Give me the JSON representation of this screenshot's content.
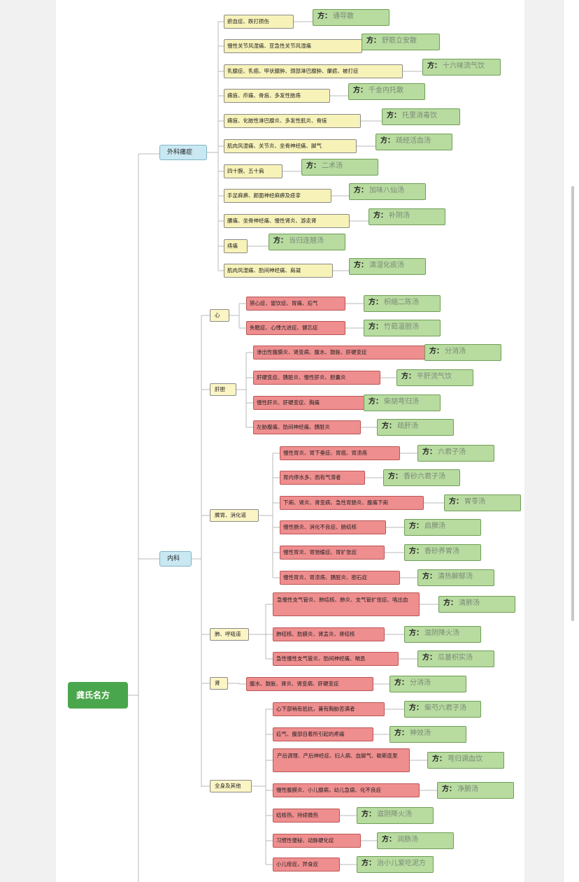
{
  "root": "龚氏名方",
  "rx_prefix": "方：",
  "branches": [
    {
      "label": "外科痛症",
      "items": [
        {
          "s": "瘀血症、跌打损伤",
          "r": "通导散"
        },
        {
          "s": "慢性关节风湿痛、亚急性关节风湿痛",
          "r": "舒筋立安散"
        },
        {
          "s": "乳腺症、乳癌、甲状腺肿、颈部淋巴腺肿、瘰疬、被打症",
          "r": "十六味流气饮"
        },
        {
          "s": "痈疽、疖痛、骨疽、多发性脓疡",
          "r": "千金内托散"
        },
        {
          "s": "痈疽、化脓性淋巴腺炎、多发性肌炎、骨疽",
          "r": "托里消毒饮"
        },
        {
          "s": "肌肉风湿痛、关节炎、坐骨神经痛、脚气",
          "r": "疏经活血汤"
        },
        {
          "s": "四十腕、五十肩",
          "r": "二术汤"
        },
        {
          "s": "手足麻痹、颜面神经麻痹及痉挛",
          "r": "加味八仙汤"
        },
        {
          "s": "腰痛、坐骨神经痛、慢性肾炎、游走肾",
          "r": "补阴汤"
        },
        {
          "s": "痔痛",
          "r": "当归连翘汤"
        },
        {
          "s": "肌肉风湿痛、肋间神经痛、肩凝",
          "r": "清湿化痰汤"
        }
      ]
    },
    {
      "label": "内科",
      "cats": [
        {
          "label": "心",
          "items": [
            {
              "s": "狭心症、留饮症、胃痛、疝气",
              "r": "枳缩二陈汤"
            },
            {
              "s": "失眠症、心悸亢进症、健忘症",
              "r": "竹茹温胆汤"
            }
          ]
        },
        {
          "label": "肝胆",
          "items": [
            {
              "s": "渗出性腹膜炎、肾变病、腹水、鼓胀、肝硬变症",
              "r": "分消汤"
            },
            {
              "s": "肝硬变症、胰脏炎、慢性肝炎、胆囊炎",
              "r": "平肝流气饮"
            },
            {
              "s": "慢性肝炎、肝硬变症、胸痛",
              "r": "柴胡芎归汤"
            },
            {
              "s": "左胁腹痛、肋间神经痛、胰脏炎",
              "r": "疏肝汤"
            }
          ]
        },
        {
          "label": "脾胃、消化道",
          "items": [
            {
              "s": "慢性胃炎、胃下垂症、胃癌、胃溃疡",
              "r": "六君子汤"
            },
            {
              "s": "胃内停水多、而有气滞者",
              "r": "香砂六君子汤"
            },
            {
              "s": "下痢、肾炎、肾变病、急性胃肠炎、腹痛下痢",
              "r": "胃苓汤"
            },
            {
              "s": "慢性肠炎、消化不良症、肠结核",
              "r": "启脾汤"
            },
            {
              "s": "慢性胃炎、胃弛缓症、胃扩张症",
              "r": "香砂养胃汤"
            },
            {
              "s": "慢性胃炎、胃溃疡、胰脏炎、胆石症",
              "r": "清热解郁汤"
            }
          ]
        },
        {
          "label": "肺、呼吸道",
          "items": [
            {
              "s": "急慢性支气管炎、肺结核、肺炎、支气管扩张症、咯出血",
              "r": "清肺汤",
              "two": true
            },
            {
              "s": "肺结核、肋膜炎、肾盂炎、肾结核",
              "r": "滋阴降火汤"
            },
            {
              "s": "急性慢性支气管炎、肋间神经痛、喘息",
              "r": "瓜蒌枳实汤"
            }
          ]
        },
        {
          "label": "肾",
          "items": [
            {
              "s": "腹水、鼓胀、肾炎、肾变病、肝硬变症",
              "r": "分消汤"
            }
          ]
        },
        {
          "label": "全身及其他",
          "items": [
            {
              "s": "心下部稍有抵抗，兼有胸胁苦满者",
              "r": "柴芍六君子汤"
            },
            {
              "s": "疝气、腹部自着所引起的疼痛",
              "r": "神效汤"
            },
            {
              "s": "产后调理、产后神经症、妇人病、血脚气、歇斯底里",
              "r": "芎归调血饮",
              "two": true
            },
            {
              "s": "慢性腹膜炎、小儿腺病，幼儿急痫、化不良症",
              "r": "净腑汤"
            },
            {
              "s": "结核热、持续微热",
              "r": "滋阴降火汤"
            },
            {
              "s": "习惯性便秘、动脉硬化症",
              "r": "润肠汤"
            },
            {
              "s": "小儿疳症，异食症",
              "r": "治小儿爱吃泥方"
            }
          ]
        }
      ]
    }
  ]
}
